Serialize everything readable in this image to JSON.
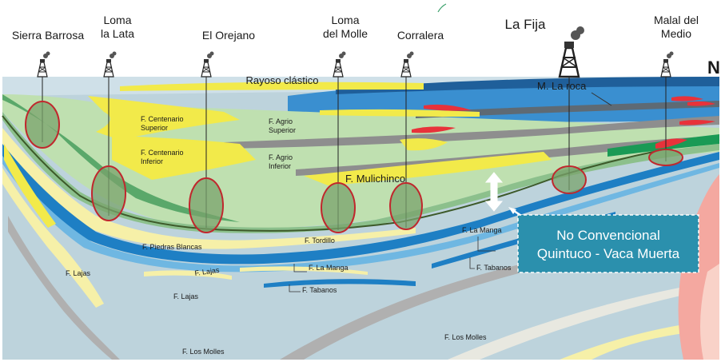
{
  "wells": [
    {
      "name": "Sierra Barrosa"
    },
    {
      "name": "Loma\nla Lata"
    },
    {
      "name": "El Orejano"
    },
    {
      "name": "Loma\ndel Molle"
    },
    {
      "name": "Corralera"
    },
    {
      "name": "La Fija"
    },
    {
      "name": "Malal del\nMedio"
    }
  ],
  "north_label": "N",
  "formations": {
    "rayoso": "Rayoso clástico",
    "la_roca": "M. La roca",
    "centenario_sup": "F. Centenario\nSuperior",
    "centenario_inf": "F. Centenario\nInferior",
    "agrio_sup": "F. Agrio\nSuperior",
    "agrio_inf": "F. Agrio\nInferior",
    "mulichinco": "F. Mulichinco",
    "piedras_blancas": "F. Piedras Blancas",
    "tordillo": "F. Tordillo",
    "la_manga_right": "F. La Manga",
    "la_manga_left": "F. La Manga",
    "tabanos_right": "F. Tabanos",
    "tabanos_left": "F. Tabanos",
    "lajas_1": "F. Lajas",
    "lajas_2": "F. Lajas",
    "lajas_3": "F. Lajas",
    "molles_1": "F. Los Molles",
    "molles_2": "F. Los Molles"
  },
  "callout": {
    "line1": "No Convencional",
    "line2": "Quintuco - Vaca Muerta"
  },
  "colors": {
    "sky": "#ffffff",
    "basement": "#bdd3dc",
    "green_light": "#bfe0b0",
    "green_mid": "#8cc08c",
    "green_dark": "#5aa86a",
    "yellow": "#f2ea4a",
    "pale_yellow": "#f6f0a8",
    "blue": "#1e7fc4",
    "light_blue": "#6fb7e2",
    "gray": "#8e8e8e",
    "red": "#e8323a",
    "callout_bg": "#2b90ad",
    "pink": "#f4a8a0"
  }
}
